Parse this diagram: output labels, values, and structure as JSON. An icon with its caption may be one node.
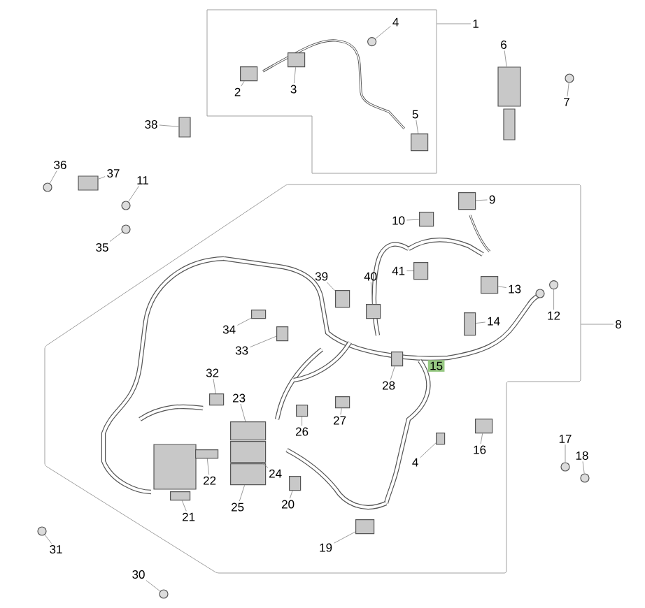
{
  "diagram": {
    "nodes": [
      {
        "text": [],
        "shape": "box"
      },
      {
        "text": [
          "1"
        ]
      },
      {
        "text": [
          "4"
        ],
        "in": 0
      },
      {
        "text": [
          "6"
        ]
      },
      {
        "text": [
          "2"
        ],
        "in": 0
      },
      {
        "text": [
          "3"
        ],
        "in": 0
      },
      {
        "text": [
          "7"
        ]
      },
      {
        "text": [
          "5"
        ],
        "in": 0
      },
      {
        "text": [
          "38"
        ]
      },
      {
        "text": [
          "36"
        ]
      },
      {
        "text": [
          "37"
        ]
      },
      {
        "text": [
          "11"
        ]
      },
      {
        "text": [],
        "shape": "polygon"
      },
      {
        "text": [
          "9"
        ],
        "in": 12
      },
      {
        "text": [
          "10"
        ],
        "in": 12
      },
      {
        "text": [
          "35"
        ]
      },
      {
        "text": [
          "41"
        ],
        "in": 12
      },
      {
        "text": [
          "39"
        ],
        "in": 12
      },
      {
        "text": [
          "40"
        ],
        "in": 12
      },
      {
        "text": [
          "13"
        ],
        "in": 12
      },
      {
        "text": [
          "12"
        ],
        "in": 12
      },
      {
        "text": [
          "14"
        ],
        "in": 12
      },
      {
        "text": [
          "8"
        ]
      },
      {
        "text": [
          "34"
        ],
        "in": 12
      },
      {
        "text": [
          "33"
        ],
        "in": 12
      },
      {
        "text": [
          "15"
        ],
        "in": 12
      },
      {
        "text": [
          "32"
        ],
        "in": 12
      },
      {
        "text": [
          "28"
        ],
        "in": 12
      },
      {
        "text": [
          "23"
        ],
        "in": 12
      },
      {
        "text": [
          "27"
        ],
        "in": 12
      },
      {
        "text": [
          "26"
        ],
        "in": 12
      },
      {
        "text": [
          "17"
        ]
      },
      {
        "text": [
          "16"
        ],
        "in": 12
      },
      {
        "text": [
          "18"
        ]
      },
      {
        "text": [
          "4"
        ],
        "in": 12
      },
      {
        "text": [
          "24"
        ],
        "in": 12
      },
      {
        "text": [
          "22"
        ],
        "in": 12
      },
      {
        "text": [
          "20"
        ],
        "in": 12
      },
      {
        "text": [
          "25"
        ],
        "in": 12
      },
      {
        "text": [
          "21"
        ],
        "in": 12
      },
      {
        "text": [
          "31"
        ]
      },
      {
        "text": [
          "19"
        ],
        "in": 12
      },
      {
        "text": [
          "30"
        ]
      },
      {
        "text": [],
        "shape": "circle",
        "in": 0
      },
      {
        "text": [],
        "shape": "box"
      },
      {
        "text": [],
        "shape": "box",
        "in": 0
      },
      {
        "text": [],
        "shape": "box",
        "in": 0
      },
      {
        "text": [],
        "shape": "circle"
      },
      {
        "text": [],
        "shape": "box",
        "in": 0
      },
      {
        "text": [],
        "shape": "box"
      },
      {
        "text": [],
        "shape": "circle"
      },
      {
        "text": [],
        "shape": "box"
      },
      {
        "text": [],
        "shape": "circle"
      },
      {
        "text": [],
        "shape": "box",
        "in": 12
      },
      {
        "text": [],
        "shape": "box",
        "in": 12
      },
      {
        "text": [],
        "shape": "circle"
      },
      {
        "text": [],
        "shape": "box",
        "in": 12
      },
      {
        "text": [],
        "shape": "box",
        "in": 12
      },
      {
        "text": [],
        "shape": "box",
        "in": 12
      },
      {
        "text": [],
        "shape": "box",
        "in": 12
      },
      {
        "text": [],
        "shape": "circle",
        "in": 12
      },
      {
        "text": [],
        "shape": "box",
        "in": 12
      },
      {
        "text": [],
        "shape": "box",
        "in": 12
      },
      {
        "text": [],
        "shape": "box",
        "in": 12
      },
      {
        "text": [],
        "shape": "box",
        "in": 12
      },
      {
        "text": [],
        "shape": "box",
        "in": 12
      },
      {
        "text": [],
        "shape": "box",
        "in": 12
      },
      {
        "text": [],
        "shape": "box",
        "in": 12
      },
      {
        "text": [],
        "shape": "box",
        "in": 12
      },
      {
        "text": [],
        "shape": "circle"
      },
      {
        "text": [],
        "shape": "box",
        "in": 12
      },
      {
        "text": [],
        "shape": "circle"
      },
      {
        "text": [],
        "shape": "box",
        "in": 12
      },
      {
        "text": [],
        "shape": "box",
        "in": 12
      },
      {
        "text": [],
        "shape": "box",
        "in": 12
      },
      {
        "text": [],
        "shape": "box",
        "in": 12
      },
      {
        "text": [],
        "shape": "box",
        "in": 12
      },
      {
        "text": [],
        "shape": "box",
        "in": 12
      },
      {
        "text": [],
        "shape": "circle"
      },
      {
        "text": [],
        "shape": "box",
        "in": 12
      },
      {
        "text": [],
        "shape": "circle"
      }
    ],
    "edges": [
      {
        "from": 1,
        "to": 0,
        "arrow": "none"
      },
      {
        "from": 2,
        "to": 43,
        "arrow": "none"
      },
      {
        "from": 3,
        "to": 44,
        "arrow": "none"
      },
      {
        "from": 4,
        "to": 45,
        "arrow": "none"
      },
      {
        "from": 5,
        "to": 46,
        "arrow": "none"
      },
      {
        "from": 6,
        "to": 47,
        "arrow": "none"
      },
      {
        "from": 7,
        "to": 48,
        "arrow": "none"
      },
      {
        "from": 8,
        "to": 49,
        "arrow": "none"
      },
      {
        "from": 9,
        "to": 50,
        "arrow": "none"
      },
      {
        "from": 10,
        "to": 51,
        "arrow": "none"
      },
      {
        "from": 11,
        "to": 52,
        "arrow": "none"
      },
      {
        "from": 13,
        "to": 53,
        "arrow": "none"
      },
      {
        "from": 14,
        "to": 54,
        "arrow": "none"
      },
      {
        "from": 15,
        "to": 55,
        "arrow": "none"
      },
      {
        "from": 16,
        "to": 56,
        "arrow": "none"
      },
      {
        "from": 17,
        "to": 57,
        "arrow": "none"
      },
      {
        "from": 18,
        "to": 58,
        "arrow": "none"
      },
      {
        "from": 19,
        "to": 59,
        "arrow": "none"
      },
      {
        "from": 20,
        "to": 60,
        "arrow": "none"
      },
      {
        "from": 21,
        "to": 61,
        "arrow": "none"
      },
      {
        "from": 22,
        "to": 12,
        "arrow": "none"
      },
      {
        "from": 23,
        "to": 62,
        "arrow": "none"
      },
      {
        "from": 24,
        "to": 63,
        "arrow": "none"
      },
      {
        "from": 26,
        "to": 64,
        "arrow": "none"
      },
      {
        "from": 27,
        "to": 65,
        "arrow": "none"
      },
      {
        "from": 28,
        "to": 66,
        "arrow": "none"
      },
      {
        "from": 29,
        "to": 67,
        "arrow": "none"
      },
      {
        "from": 30,
        "to": 68,
        "arrow": "none"
      },
      {
        "from": 31,
        "to": 69,
        "arrow": "none"
      },
      {
        "from": 32,
        "to": 70,
        "arrow": "none"
      },
      {
        "from": 33,
        "to": 71,
        "arrow": "none"
      },
      {
        "from": 34,
        "to": 72,
        "arrow": "none"
      },
      {
        "from": 35,
        "to": 73,
        "arrow": "none"
      },
      {
        "from": 36,
        "to": 74,
        "arrow": "none"
      },
      {
        "from": 37,
        "to": 75,
        "arrow": "none"
      },
      {
        "from": 38,
        "to": 76,
        "arrow": "none"
      },
      {
        "from": 39,
        "to": 77,
        "arrow": "none"
      },
      {
        "from": 40,
        "to": 78,
        "arrow": "none"
      },
      {
        "from": 41,
        "to": 79,
        "arrow": "none"
      },
      {
        "from": 42,
        "to": 80,
        "arrow": "none"
      }
    ]
  }
}
